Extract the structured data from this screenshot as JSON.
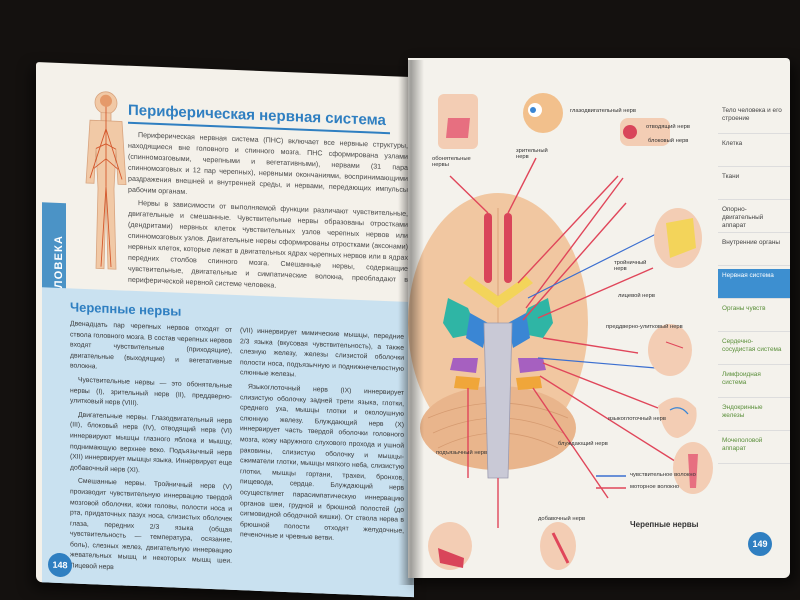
{
  "left_page": {
    "spine_title": "ПОПУЛЯРНЫЙ АТЛАС АНАТОМИИ ЧЕЛОВЕКА",
    "title": "Периферическая нервная система",
    "intro_p1": "Периферическая нервная система (ПНС) включает все нервные структуры, находящиеся вне головного и спинного мозга. ПНС сформирована узлами (спинномозговыми, черепными и вегетативными), нервами (31 пара спинномозговых и 12 пар черепных), нервными окончаниями, воспринимающими раздражения внешней и внутренней среды, и нервами, передающих импульсы рабочим органам.",
    "intro_p2": "Нервы в зависимости от выполняемой функции различают чувствительные, двигательные и смешанные. Чувствительные нервы образованы отростками (дендритами) нервных клеток чувствительных узлов черепных нервов или спинномозговых узлов. Двигательные нервы сформированы отростками (аксонами) нервных клеток, которые лежат в двигательных ядрах черепных нервов или в ядрах передних столбов спинного мозга. Смешанные нервы, содержащие чувствительные, двигательные и симпатические волокна, преобладают в периферической нервной системе человека.",
    "section_title": "Черепные нервы",
    "col1": [
      "Двенадцать пар черепных нервов отходят от ствола головного мозга. В состав черепных нервов входят чувствительные (приходящие), двигательные (выходящие) и вегетативные волокна.",
      "Чувствительные нервы — это обонятельные нервы (I), зрительный нерв (II), преддверно-улитковый нерв (VIII).",
      "Двигательные нервы. Глазодвигательный нерв (III), блоковый нерв (IV), отводящий нерв (VI) иннервируют мышцы глазного яблока и мышцу, поднимающую верхнее веко. Подъязычный нерв (XII) иннервирует мышцы языка. Иннервирует еще добавочный нерв (XI).",
      "Смешанные нервы. Тройничный нерв (V) производит чувствительную иннервацию твердой мозговой оболочки, кожи головы, полости носа и рта, придаточных пазух носа, слизистых оболочек глаза, передних 2/3 языка (общая чувствительность — температура, осязание, боль), слезных желез, двигательную иннервацию жевательных мышц и некоторых мышц шеи. Лицевой нерв"
    ],
    "col2": [
      "(VII) иннервирует мимические мышцы, передние 2/3 языка (вкусовая чувствительность), а также слезную железу, железы слизистой оболочки полости носа, подъязычную и поднижнечелюстную слюнные железы.",
      "Языкоглоточный нерв (IX) иннервирует слизистую оболочку задней трети языка, глотки, среднего уха, мышцы глотки и околоушную слюнную железу. Блуждающий нерв (X) иннервирует часть твердой оболочки головного мозга, кожу наружного слухового прохода и ушной раковины, слизистую оболочку и мышцы-сжиматели глотки, мышцы мягкого неба, слизистую глотки, мышцы гортани, трахеи, бронхов, пищевода, сердце. Блуждающий нерв осуществляет парасимпатическую иннервацию органов шеи, грудной и брюшной полостей (до сигмовидной ободочной кишки). От ствола нерва в брюшной полости отходят желудочные, печеночные и чревные ветви."
    ],
    "page_number": "148"
  },
  "right_page": {
    "page_number": "149",
    "caption": "Черепные нервы",
    "labels": {
      "olfactory": "обонятельные нервы",
      "optic": "зрительный нерв",
      "oculomotor": "глазодвигательный нерв",
      "abducens": "отводящий нерв",
      "trochlear": "блоковый нерв",
      "trigeminal": "тройничный нерв",
      "facial": "лицевой нерв",
      "vestibulocochlear": "преддверно-улитковый нерв",
      "glossopharyngeal": "языкоглоточный нерв",
      "vagus": "блуждающий нерв",
      "hypoglossal": "подъязычный нерв",
      "accessory": "добавочный нерв"
    },
    "legend": {
      "sensory": "чувствительное волокно",
      "motor": "моторное волокно"
    },
    "tabs": [
      {
        "label": "Тело человека и его строение",
        "active": false
      },
      {
        "label": "Клетка",
        "active": false
      },
      {
        "label": "Ткани",
        "active": false
      },
      {
        "label": "Опорно-двигательный аппарат",
        "active": false
      },
      {
        "label": "Внутренние органы",
        "active": false
      },
      {
        "label": "Нервная система",
        "active": true
      },
      {
        "label": "Органы чувств",
        "active": false
      },
      {
        "label": "Сердечно-сосудистая система",
        "active": false
      },
      {
        "label": "Лимфоидная система",
        "active": false
      },
      {
        "label": "Эндокринные железы",
        "active": false
      },
      {
        "label": "Мочеполовой аппарат",
        "active": false
      }
    ]
  },
  "colors": {
    "accent_blue": "#2f7fc1",
    "nerve_red": "#e0465a",
    "box_blue": "#c9e1f0"
  }
}
